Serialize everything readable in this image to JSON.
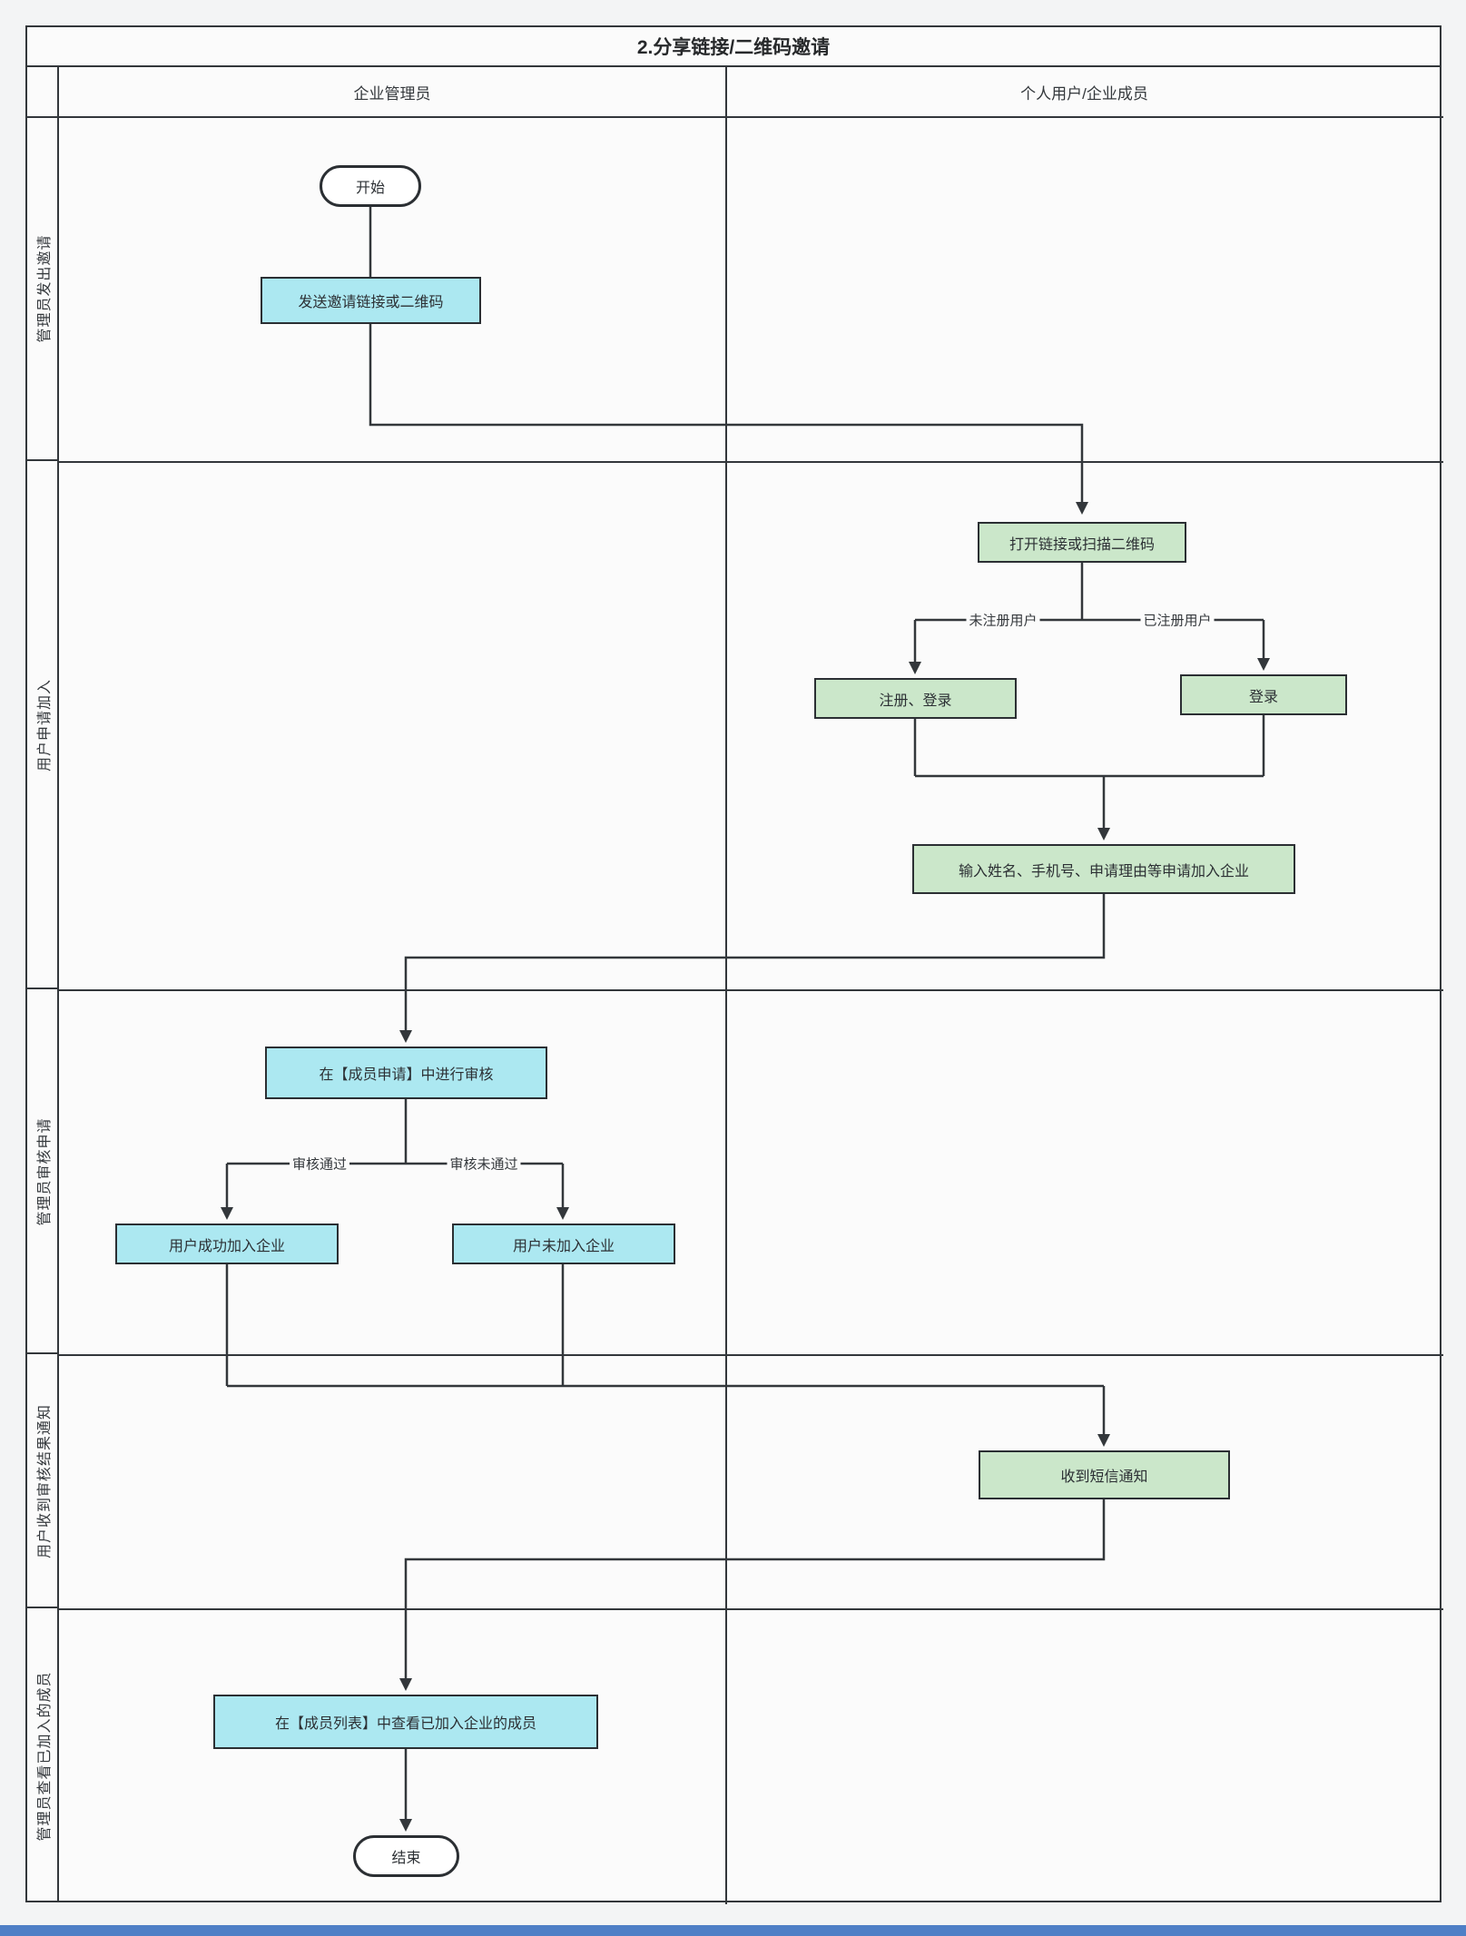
{
  "title": "2.分享链接/二维码邀请",
  "columns": {
    "left": "企业管理员",
    "right": "个人用户/企业成员"
  },
  "lanes": [
    {
      "label": "管理员发出邀请"
    },
    {
      "label": "用户申请加入"
    },
    {
      "label": "管理员审核申请"
    },
    {
      "label": "用户收到审核结果通知"
    },
    {
      "label": "管理员查看已加入的成员"
    }
  ],
  "nodes": {
    "start": {
      "label": "开始",
      "type": "terminator"
    },
    "send": {
      "label": "发送邀请链接或二维码",
      "type": "process"
    },
    "open": {
      "label": "打开链接或扫描二维码",
      "type": "process"
    },
    "register": {
      "label": "注册、登录",
      "type": "process"
    },
    "login": {
      "label": "登录",
      "type": "process"
    },
    "input": {
      "label": "输入姓名、手机号、申请理由等申请加入企业",
      "type": "process"
    },
    "review": {
      "label": "在【成员申请】中进行审核",
      "type": "process"
    },
    "joined": {
      "label": "用户成功加入企业",
      "type": "process"
    },
    "not_joined": {
      "label": "用户未加入企业",
      "type": "process"
    },
    "sms": {
      "label": "收到短信通知",
      "type": "process"
    },
    "view_list": {
      "label": "在【成员列表】中查看已加入企业的成员",
      "type": "process"
    },
    "end": {
      "label": "结束",
      "type": "terminator"
    }
  },
  "branch_labels": {
    "unregistered": "未注册用户",
    "registered": "已注册用户",
    "approved": "审核通过",
    "rejected": "审核未通过"
  },
  "colors": {
    "admin_node": "#ace8f1",
    "user_node": "#cbe7ca",
    "line": "#33373b",
    "frame_bg": "#fbfbfb",
    "page_bg": "#f3f4f5",
    "bottom_bar": "#4f7fc6"
  }
}
